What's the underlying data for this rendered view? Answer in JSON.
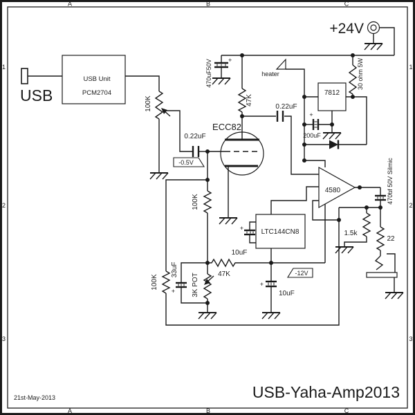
{
  "frame": {
    "cols": [
      "A",
      "B",
      "C"
    ],
    "rows": [
      "1",
      "2",
      "3"
    ],
    "date": "21st-May-2013",
    "title": "USB-Yaha-Amp2013"
  },
  "power": {
    "v24": "+24V",
    "cap_in": "470uF50V",
    "dropper": "30 ohm 5W",
    "regulator": "7812",
    "cap_out": "200uF",
    "heater": "heater"
  },
  "usb": {
    "plug_label": "USB",
    "unit_line1": "USB Unit",
    "unit_line2": "PCM2704",
    "volume_pot": "100K",
    "coupling_cap": "0.22uF",
    "bias_flag": "-0.5V"
  },
  "tube": {
    "name": "ECC82",
    "anode_r": "47K",
    "anode_cap": "0.22uF",
    "grid_r": "100K"
  },
  "amp": {
    "name": "4580",
    "out_cap": "470uf 50V Silmic",
    "load_r": "1.5k",
    "series_r": "22"
  },
  "neg": {
    "chip": "LTC144CN8",
    "fly_cap": "10uF",
    "out_cap": "10uF",
    "rail_flag": "-12V",
    "bias_r": "47K",
    "fb_r": "100K",
    "pot": "3K POT",
    "pot_cap": "33uF"
  },
  "misc": {
    "plus": "+"
  }
}
